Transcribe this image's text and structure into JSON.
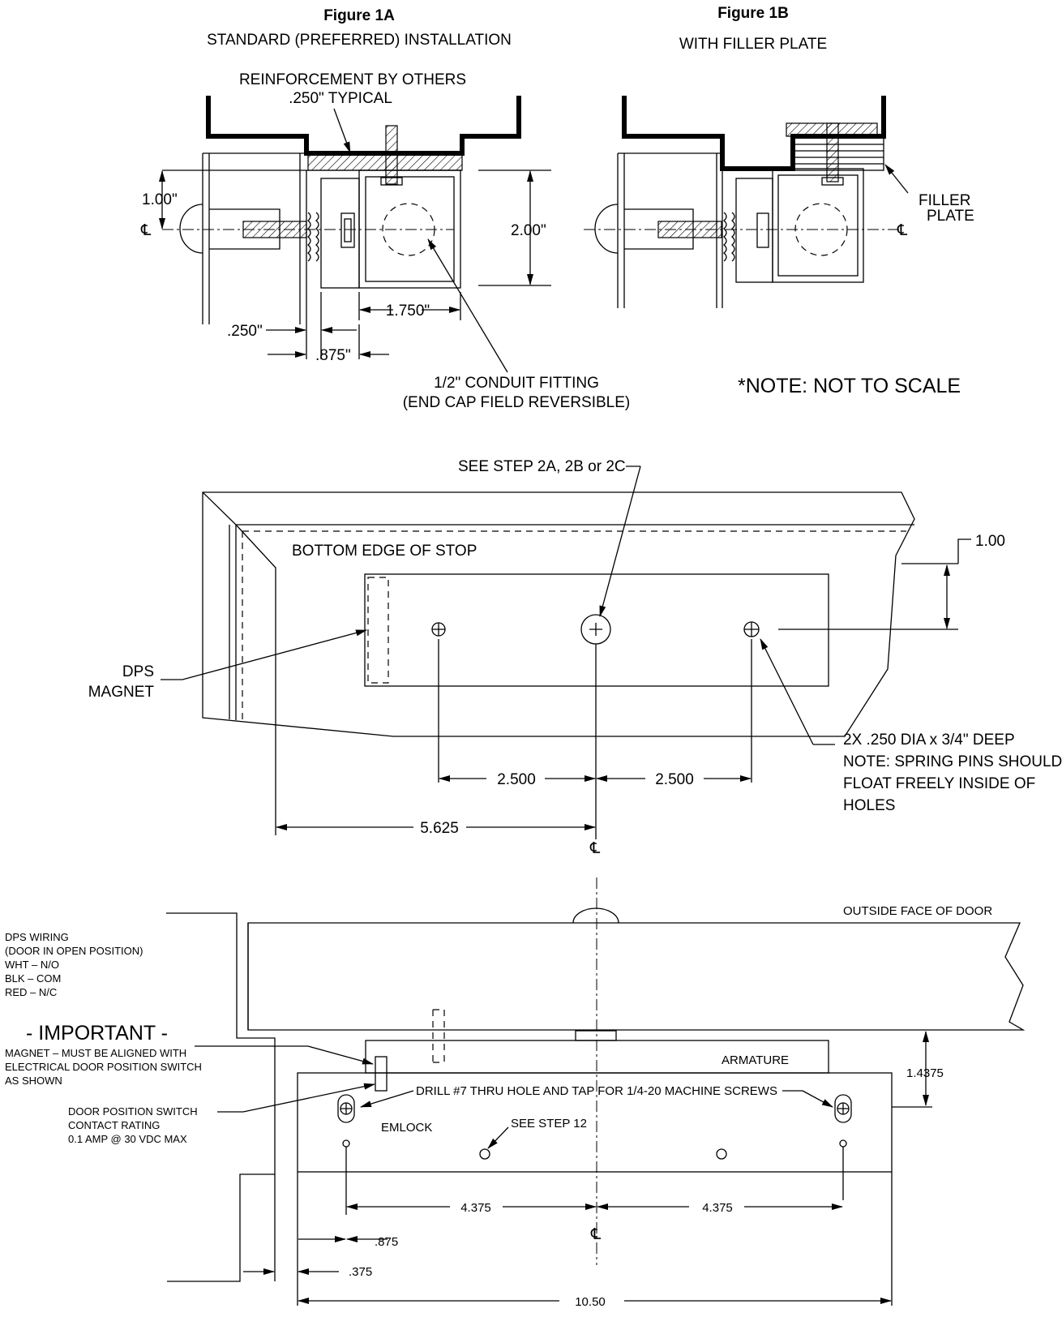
{
  "fig1a": {
    "title": "Figure 1A",
    "subtitle": "STANDARD (PREFERRED) INSTALLATION",
    "reinforcement_line1": "REINFORCEMENT BY OTHERS",
    "reinforcement_line2": ".250\" TYPICAL",
    "dim_1_00": "1.00\"",
    "dim_2_00": "2.00\"",
    "dim_1_750": "1.750\"",
    "dim_250": ".250\"",
    "dim_875": ".875\"",
    "conduit_line1": "1/2\" CONDUIT FITTING",
    "conduit_line2": "(END CAP FIELD REVERSIBLE)",
    "centerline_symbol": "℄"
  },
  "fig1b": {
    "title": "Figure 1B",
    "subtitle": "WITH FILLER PLATE",
    "filler_line1": "FILLER",
    "filler_line2": "PLATE",
    "centerline_symbol": "℄",
    "note": "*NOTE: NOT TO SCALE"
  },
  "fig2": {
    "see_step": "SEE STEP 2A, 2B or 2C",
    "bottom_edge": "BOTTOM EDGE OF STOP",
    "dim_1_00": "1.00",
    "dps_line1": "DPS",
    "dps_line2": "MAGNET",
    "holes_line1": "2X .250 DIA x 3/4\" DEEP",
    "holes_line2": "NOTE: SPRING PINS SHOULD",
    "holes_line3": "FLOAT FREELY INSIDE OF",
    "holes_line4": "HOLES",
    "dim_left_2500": "2.500",
    "dim_right_2500": "2.500",
    "dim_5625": "5.625",
    "centerline_symbol": "℄"
  },
  "fig3": {
    "outside_face": "OUTSIDE FACE OF DOOR",
    "dps_wiring": [
      "DPS WIRING",
      "(DOOR IN OPEN POSITION)",
      "WHT – N/O",
      "BLK – COM",
      "RED – N/C"
    ],
    "important": "- IMPORTANT -",
    "magnet_note": [
      "MAGNET – MUST BE ALIGNED WITH",
      "ELECTRICAL DOOR POSITION SWITCH",
      "AS SHOWN"
    ],
    "dps_switch": [
      "DOOR POSITION SWITCH",
      "CONTACT RATING",
      "0.1 AMP @ 30 VDC MAX"
    ],
    "armature": "ARMATURE",
    "dim_1_4375": "1.4375",
    "drill_note": "DRILL #7 THRU HOLE AND TAP FOR 1/4-20 MACHINE SCREWS",
    "emlock": "EMLOCK",
    "see_step_12": "SEE STEP 12",
    "dim_left_4375": "4.375",
    "dim_right_4375": "4.375",
    "dim_875": ".875",
    "dim_375": ".375",
    "dim_10_50": "10.50",
    "centerline_symbol": "℄"
  }
}
